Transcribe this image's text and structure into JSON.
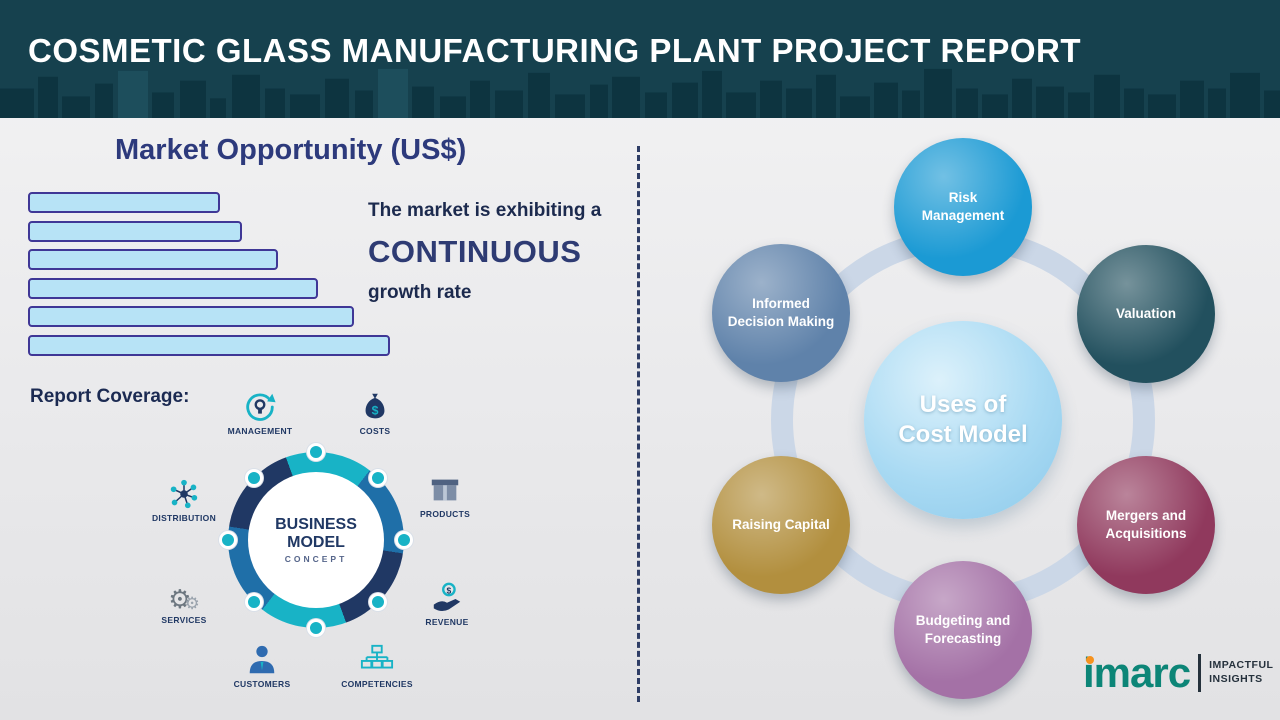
{
  "header": {
    "title": "COSMETIC GLASS MANUFACTURING PLANT PROJECT REPORT",
    "bg_color": "#16414e"
  },
  "market": {
    "heading": "Market Opportunity (US$)",
    "growth": {
      "line1": "The market is exhibiting a",
      "line2": "CONTINUOUS",
      "line3": "growth rate"
    },
    "chart_data": {
      "type": "bar",
      "orientation": "horizontal",
      "title": "Market Opportunity (US$)",
      "values": [
        53,
        59,
        69,
        80,
        90,
        100
      ],
      "value_unit": "relative-percent-of-longest-bar",
      "bar_fill": "#b7e3f6",
      "bar_border": "#3f3796",
      "note": "Decorative ascending bars illustrating continuous growth; no axis or tick labels shown"
    }
  },
  "report_coverage": {
    "label": "Report Coverage:"
  },
  "business_model": {
    "center_line1": "BUSINESS",
    "center_line2": "MODEL",
    "center_line3": "CONCEPT",
    "items": [
      {
        "label": "MANAGEMENT",
        "icon": "recycle-idea-icon"
      },
      {
        "label": "COSTS",
        "icon": "money-bag-icon"
      },
      {
        "label": "DISTRIBUTION",
        "icon": "network-icon"
      },
      {
        "label": "PRODUCTS",
        "icon": "box-icon"
      },
      {
        "label": "SERVICES",
        "icon": "gears-icon"
      },
      {
        "label": "REVENUE",
        "icon": "hand-coin-icon"
      },
      {
        "label": "CUSTOMERS",
        "icon": "person-icon"
      },
      {
        "label": "COMPETENCIES",
        "icon": "org-chart-icon"
      }
    ]
  },
  "cost_model": {
    "center_line1": "Uses of",
    "center_line2": "Cost Model",
    "items": [
      {
        "label": "Risk Management",
        "color": "#1b9ad4"
      },
      {
        "label": "Valuation",
        "color": "#22505e"
      },
      {
        "label": "Mergers and Acquisitions",
        "color": "#90395d"
      },
      {
        "label": "Budgeting and Forecasting",
        "color": "#a471a6"
      },
      {
        "label": "Raising Capital",
        "color": "#b28f3e"
      },
      {
        "label": "Informed Decision Making",
        "color": "#5f82aa"
      }
    ]
  },
  "logo": {
    "brand": "imarc",
    "brand_color": "#0c8577",
    "tagline_line1": "IMPACTFUL",
    "tagline_line2": "INSIGHTS"
  }
}
